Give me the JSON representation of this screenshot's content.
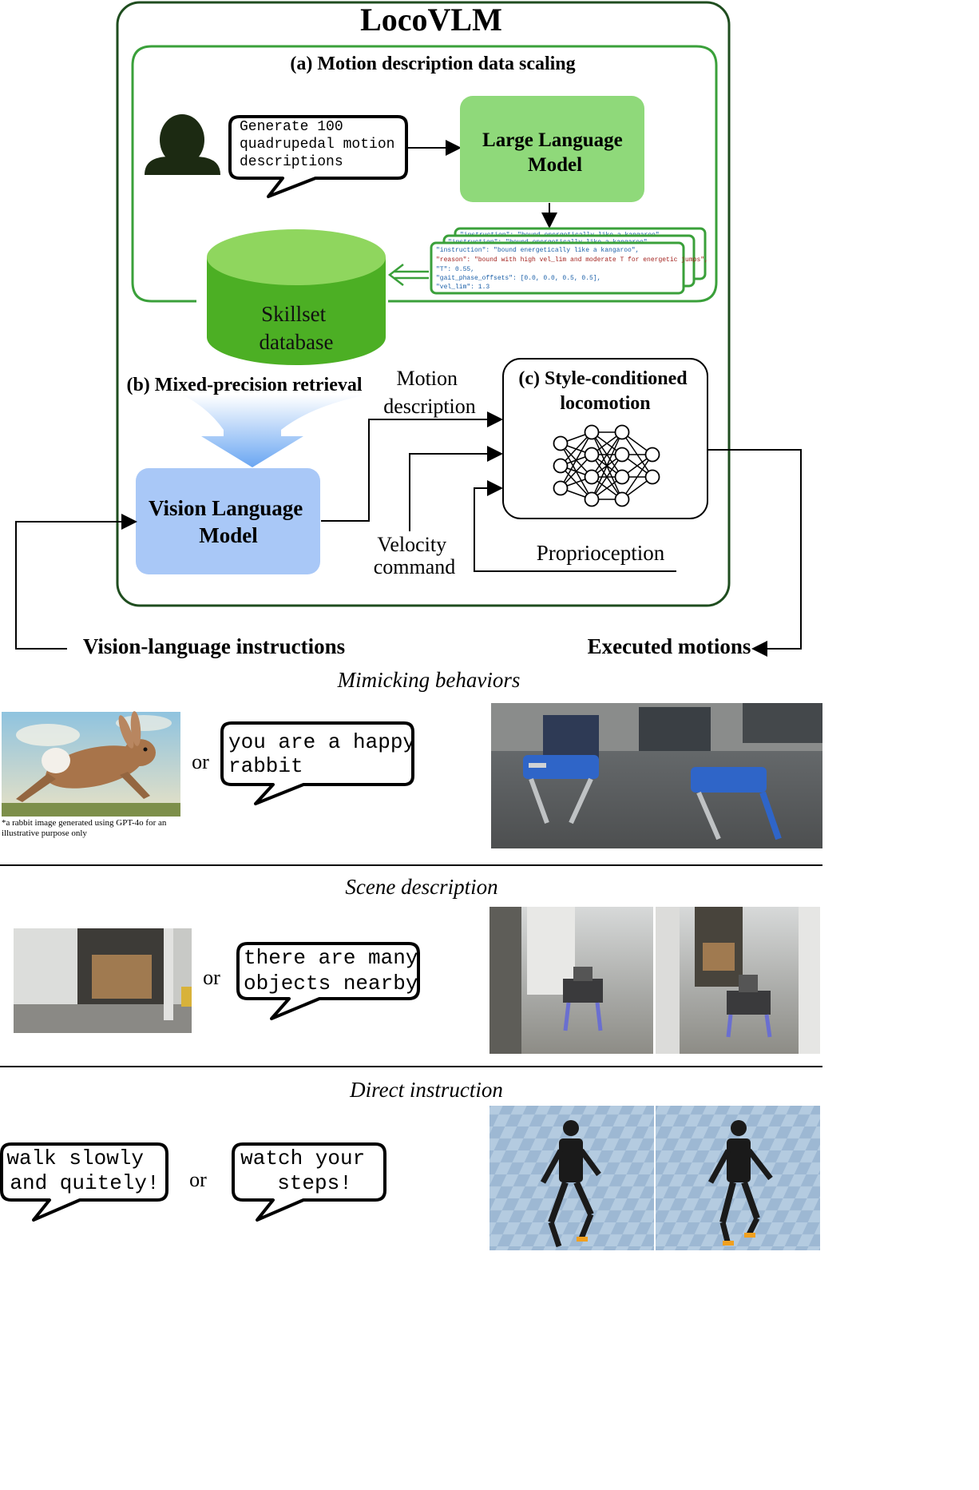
{
  "title": "LocoVLM",
  "section_a": {
    "title": "(a) Motion description data scaling",
    "prompt_lines": [
      "Generate 100",
      "quadrupedal motion",
      "descriptions"
    ],
    "llm_lines": [
      "Large Language",
      "Model"
    ],
    "json_card": {
      "back_line": "\"instruction\": \"bound energetically like a kangaroo\",",
      "lines": [
        "\"instruction\": \"bound energetically like a kangaroo\",",
        "\"reason\": \"bound with high vel_lim and moderate T for energetic jumps\",",
        "\"T\": 0.55,",
        "\"gait_phase_offsets\": [0.0, 0.0, 0.5, 0.5],",
        "\"vel_lim\": 1.3"
      ]
    },
    "database_lines": [
      "Skillset",
      "database"
    ]
  },
  "section_b": {
    "title": "(b) Mixed-precision retrieval",
    "vlm_lines": [
      "Vision Language",
      "Model"
    ]
  },
  "section_c": {
    "title_lines": [
      "(c) Style-conditioned",
      "locomotion"
    ],
    "motion_label_lines": [
      "Motion",
      "description"
    ],
    "velocity_label_lines": [
      "Velocity",
      "command"
    ],
    "proprioception_label": "Proprioception"
  },
  "inputs_label": "Vision-language instructions",
  "outputs_label": "Executed motions",
  "examples": {
    "mimicking": {
      "title": "Mimicking behaviors",
      "or": "or",
      "bubble_lines": [
        "you are a happy",
        "rabbit"
      ],
      "footnote_lines": [
        "*a rabbit image generated using GPT-4o for an",
        "illustrative purpose only"
      ]
    },
    "scene": {
      "title": "Scene description",
      "or": "or",
      "bubble_lines": [
        "there are many",
        "objects nearby"
      ]
    },
    "direct": {
      "title": "Direct instruction",
      "or": "or",
      "bubble1_lines": [
        "walk slowly",
        "and quitely!"
      ],
      "bubble2_lines": [
        "watch your",
        "steps!"
      ]
    }
  },
  "colors": {
    "dark_green": "#1f4d1f",
    "green_border": "#3aa03a",
    "llm_fill": "#8fd97a",
    "db_top": "#8fd65e",
    "db_body": "#4caf24",
    "vlm_fill": "#a9c8f7",
    "retrieval_arrow": "#6aa6f2",
    "person": "#1c2a12"
  }
}
